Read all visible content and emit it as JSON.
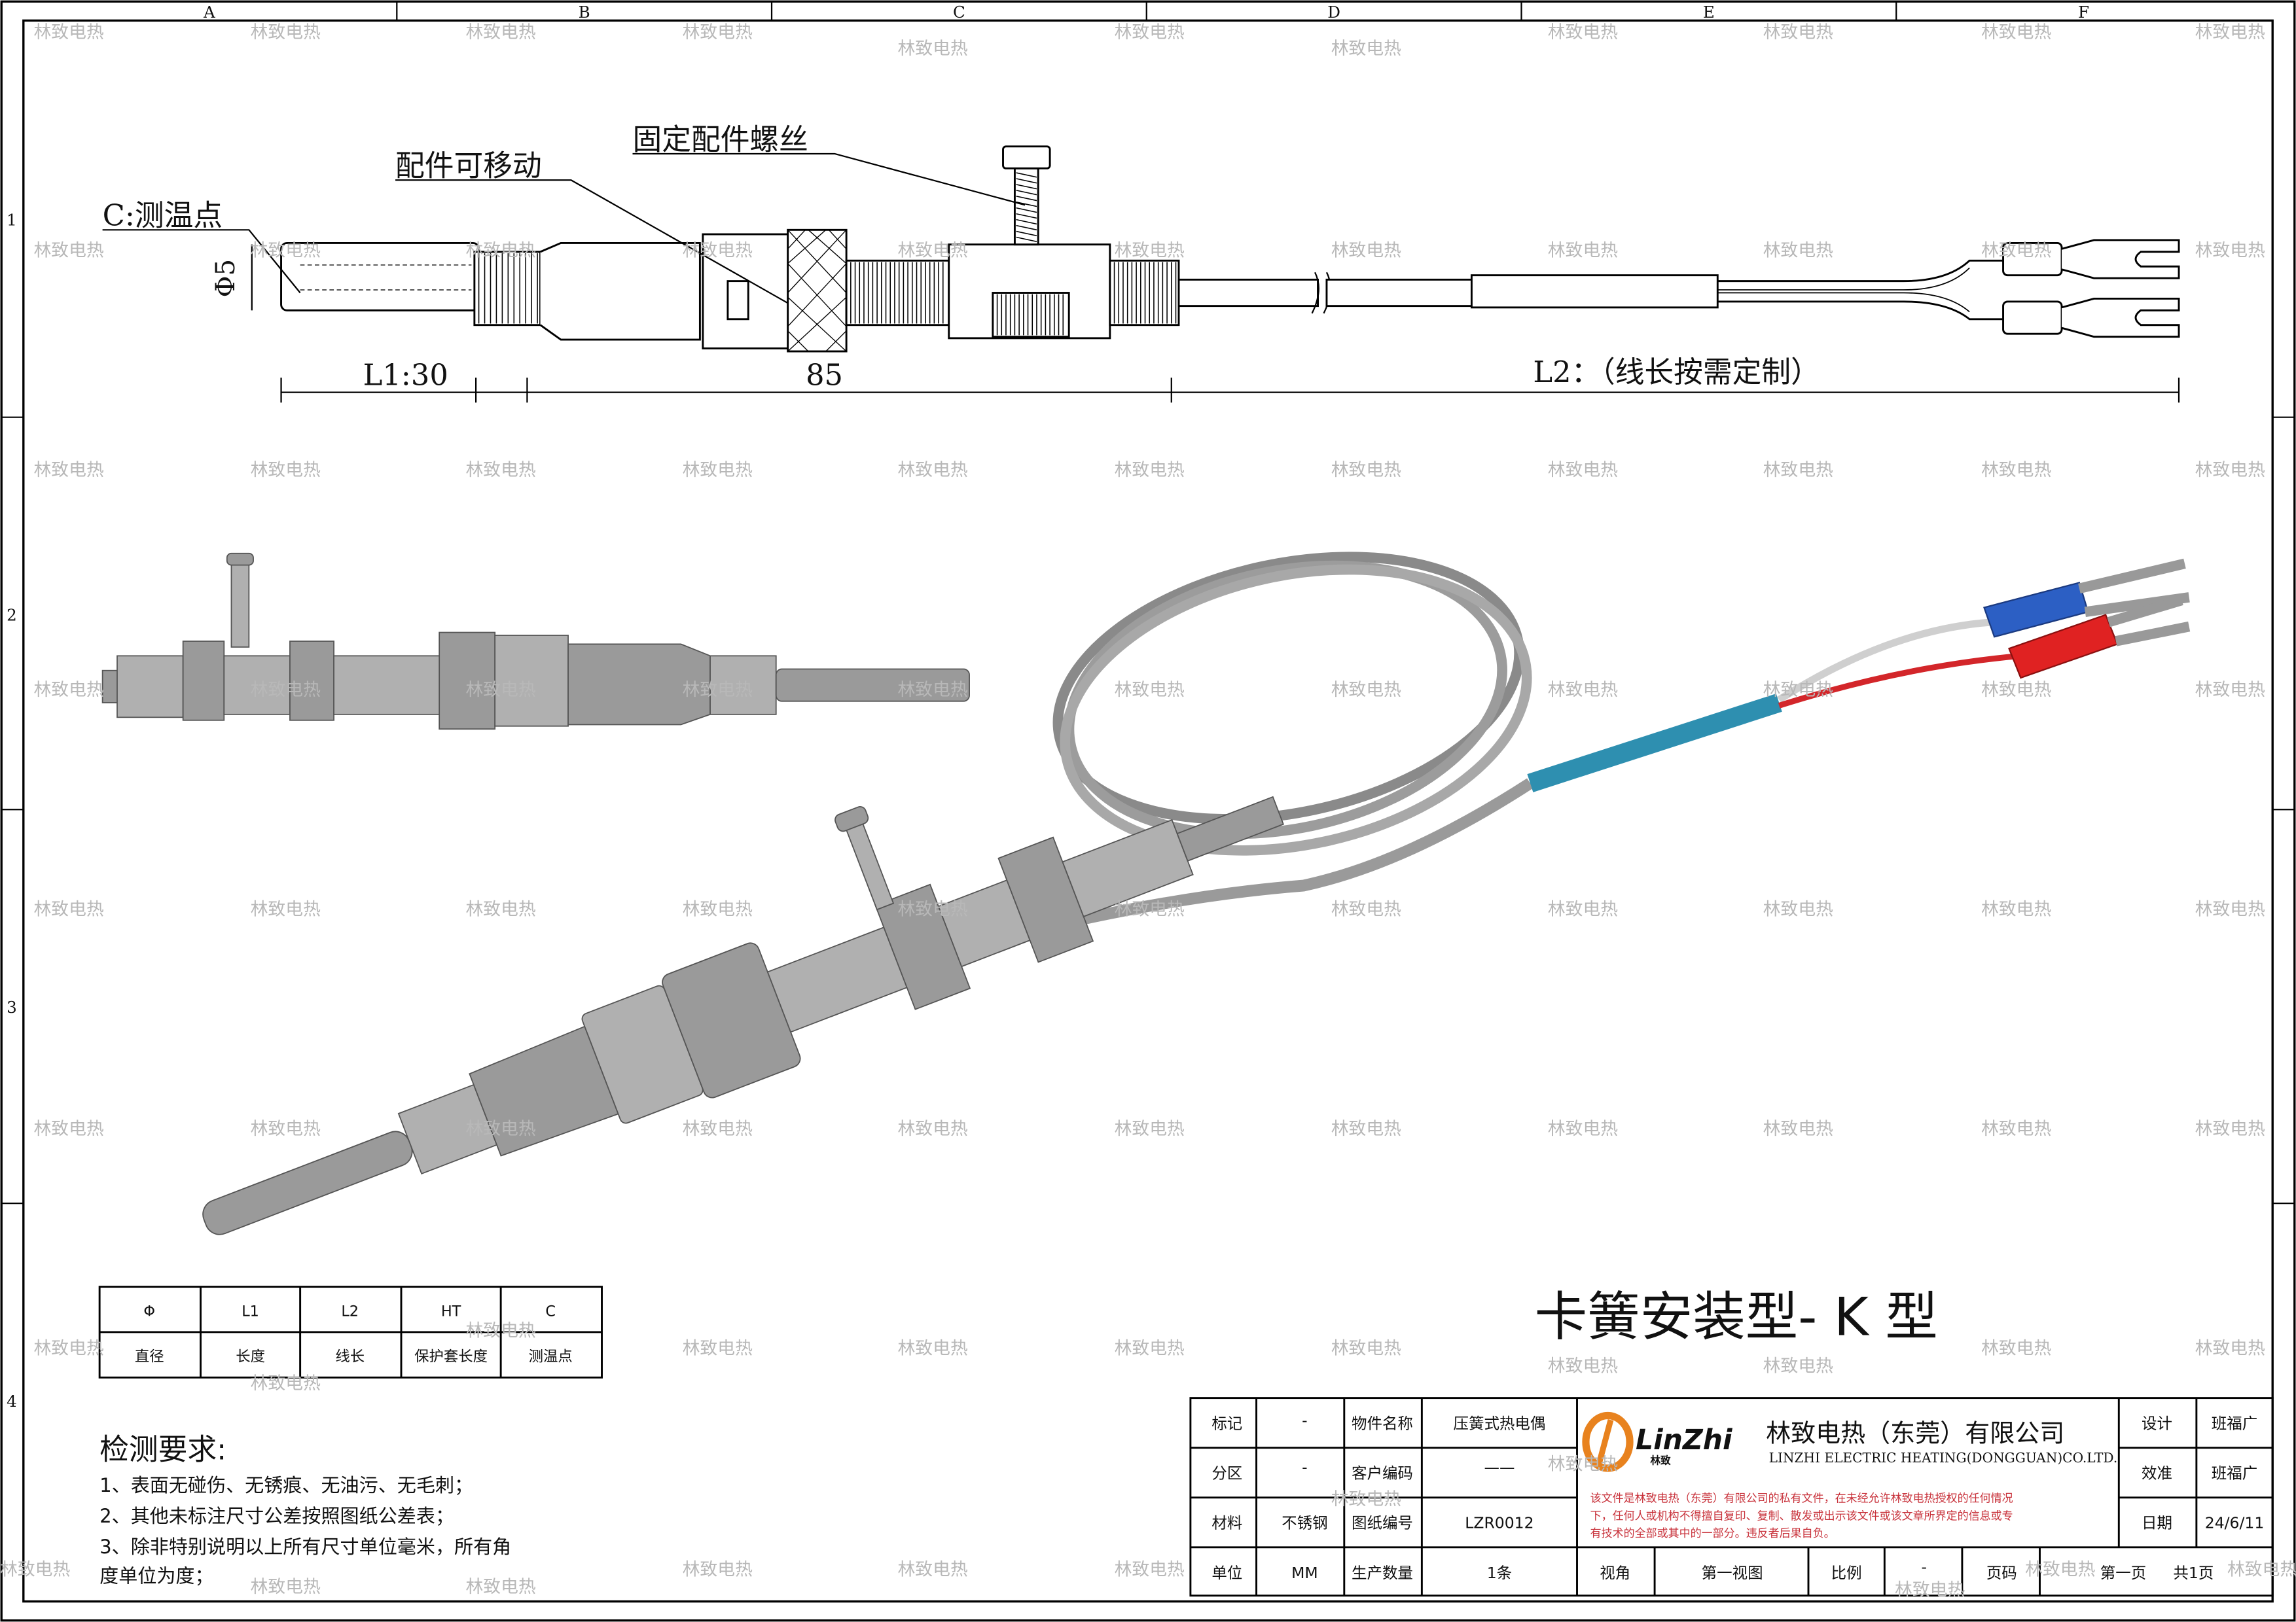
{
  "frame": {
    "columns": [
      "A",
      "B",
      "C",
      "D",
      "E",
      "F"
    ],
    "rows": [
      "1",
      "2",
      "3",
      "4"
    ]
  },
  "watermark": "林致电热",
  "drawing": {
    "callout_point": "C:测温点",
    "callout_movable": "配件可移动",
    "callout_screw": "固定配件螺丝",
    "diameter": "Φ5",
    "dim_l1": "L1:30",
    "dim_85": "85",
    "dim_l2": "L2：（线长按需定制）"
  },
  "product_title": "卡簧安装型-  K 型",
  "spec_table": {
    "headers": [
      "Φ",
      "L1",
      "L2",
      "HT",
      "C"
    ],
    "labels": [
      "直径",
      "长度",
      "线长",
      "保护套长度",
      "测温点"
    ]
  },
  "notes": {
    "title": "检测要求:",
    "items": [
      "1、表面无碰伤、无锈痕、无油污、无毛刺；",
      "2、其他未标注尺寸公差按照图纸公差表；",
      "3、除非特别说明以上所有尺寸单位毫米，所有角",
      "度单位为度；"
    ]
  },
  "title_block": {
    "mark_label": "标记",
    "mark_value": "-",
    "part_name_label": "物件名称",
    "part_name": "压簧式热电偶",
    "zone_label": "分区",
    "zone_value": "-",
    "customer_code_label": "客户编码",
    "customer_code": "——",
    "material_label": "材料",
    "material": "不锈钢",
    "drawing_no_label": "图纸编号",
    "drawing_no": "LZR0012",
    "unit_label": "单位",
    "unit": "MM",
    "qty_label": "生产数量",
    "qty": "1条",
    "view_label": "视角",
    "view": "第一视图",
    "scale_label": "比例",
    "scale": "-",
    "page_label": "页码",
    "page": "第一页",
    "total_pages": "共1页",
    "design_label": "设计",
    "designer": "班福广",
    "check_label": "效准",
    "checker": "班福广",
    "date_label": "日期",
    "date": "24/6/11",
    "logo_text": "LinZhi",
    "logo_sub": "林致",
    "company_cn": "林致电热（东莞）有限公司",
    "company_en": "LINZHI ELECTRIC HEATING(DONGGUAN)CO.LTD.",
    "notice": [
      "该文件是林致电热（东莞）有限公司的私有文件，在未经允许林致电热授权的任何情况",
      "下，任何人或机构不得擅自复印、复制、散发或出示该文件或该文章所界定的信息或专",
      "有技术的全部或其中的一部分。违反者后果自负。"
    ],
    "colors": {
      "logo_orange": "#e8821e",
      "notice_red": "#c8313a"
    }
  }
}
